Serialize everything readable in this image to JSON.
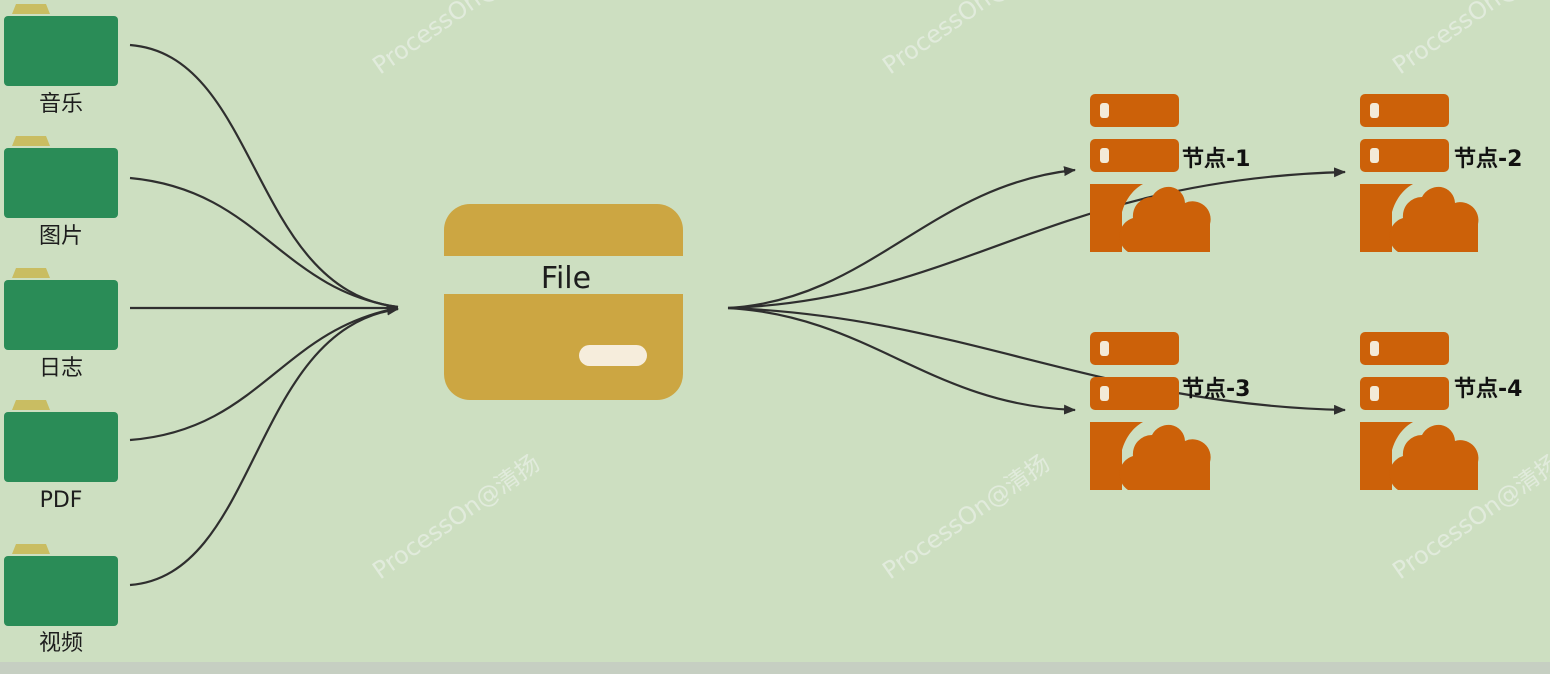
{
  "colors": {
    "background": "#cddfc1",
    "folder": "#2a8c57",
    "folder_tab": "#c9bd62",
    "file": "#cca642",
    "server": "#cc6109",
    "edge": "#2f2f2f"
  },
  "watermark": "ProcessOn@清扬",
  "sources": [
    {
      "label": "音乐",
      "icon": "folder-icon"
    },
    {
      "label": "图片",
      "icon": "folder-icon"
    },
    {
      "label": "日志",
      "icon": "folder-icon"
    },
    {
      "label": "PDF",
      "icon": "folder-icon"
    },
    {
      "label": "视频",
      "icon": "folder-icon"
    }
  ],
  "file": {
    "label": "File",
    "icon": "file-box-icon"
  },
  "nodes": [
    {
      "label": "节点-1",
      "icon": "cloud-server-icon"
    },
    {
      "label": "节点-2",
      "icon": "cloud-server-icon"
    },
    {
      "label": "节点-3",
      "icon": "cloud-server-icon"
    },
    {
      "label": "节点-4",
      "icon": "cloud-server-icon"
    }
  ]
}
